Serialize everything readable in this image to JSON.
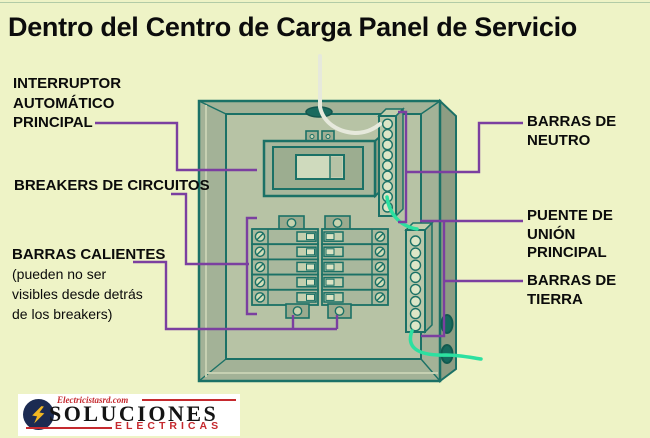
{
  "title": "Dentro del Centro de Carga Panel de Servicio",
  "labels": {
    "interruptor": "INTERRUPTOR\nAUTOMÁTICO\nPRINCIPAL",
    "breakers": "BREAKERS DE CIRCUITOS",
    "barras_calientes": "BARRAS CALIENTES",
    "barras_calientes_note": "(pueden no ser\nvisibles desde detrás\nde los breakers)",
    "barras_neutro": "BARRAS DE\nNEUTRO",
    "puente": "PUENTE DE\nUNIÓN\nPRINCIPAL",
    "barras_tierra": "BARRAS DE\nTIERRA"
  },
  "logo": {
    "website": "Electricistasrd.com",
    "name": "SOLUCIONES",
    "subtitle": "ELECTRICAS"
  },
  "panel": {
    "breaker_rows": 5,
    "breaker_columns": 2,
    "neutral_bar_holes": 9,
    "ground_bar_holes": 8
  },
  "colors": {
    "background": "#eef3c6",
    "outline_teal": "#1b7166",
    "annotation_purple": "#7b3fa0",
    "wire_green": "#2ce0a0",
    "wire_white": "#e6e9dc",
    "logo_navy": "#1c2b52",
    "logo_red": "#c5292e",
    "logo_yellow": "#f2b722"
  }
}
